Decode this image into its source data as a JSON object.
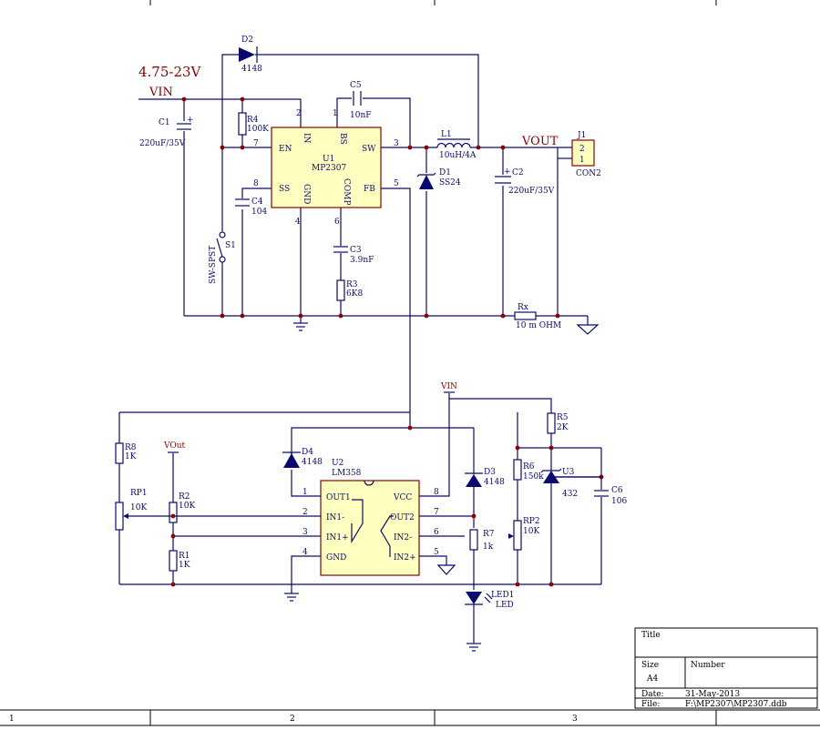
{
  "title_voltage": "4.75-23V",
  "nets": {
    "vin": "VIN",
    "vout": "VOUT",
    "vin2": "VIN",
    "vout2": "VOut"
  },
  "u1": {
    "ref": "U1",
    "part": "MP2307",
    "pins": {
      "en": "EN",
      "in": "IN",
      "bs": "BS",
      "sw": "SW",
      "ss": "SS",
      "gnd": "GND",
      "comp": "COMP",
      "fb": "FB"
    },
    "nums": {
      "in": "2",
      "bs": "1",
      "en": "7",
      "sw": "3",
      "ss": "8",
      "gnd": "4",
      "comp": "6",
      "fb": "5"
    }
  },
  "u2": {
    "ref": "U2",
    "part": "LM358",
    "pins": {
      "out1": "OUT1",
      "in1m": "IN1-",
      "in1p": "IN1+",
      "gnd": "GND",
      "vcc": "VCC",
      "out2": "OUT2",
      "in2m": "IN2-",
      "in2p": "IN2+"
    },
    "nums": {
      "out1": "1",
      "in1m": "2",
      "in1p": "3",
      "gnd": "4",
      "vcc": "8",
      "out2": "7",
      "in2m": "6",
      "in2p": "5"
    }
  },
  "parts": {
    "d2": {
      "ref": "D2",
      "val": "4148"
    },
    "c1": {
      "ref": "C1",
      "val": "220uF/35V"
    },
    "r4": {
      "ref": "R4",
      "val": "100K"
    },
    "c5": {
      "ref": "C5",
      "val": "10nF"
    },
    "l1": {
      "ref": "L1",
      "val": "10uH/4A"
    },
    "d1": {
      "ref": "D1",
      "val": "SS24"
    },
    "c2": {
      "ref": "C2",
      "val": "220uF/35V"
    },
    "j1": {
      "ref": "J1",
      "val": "CON2",
      "p2": "2",
      "p1": "1"
    },
    "c4": {
      "ref": "C4",
      "val": "104"
    },
    "s1": {
      "ref": "S1",
      "val": "SW-SPST"
    },
    "c3": {
      "ref": "C3",
      "val": "3.9nF"
    },
    "r3": {
      "ref": "R3",
      "val": "6K8"
    },
    "rx": {
      "ref": "Rx",
      "val": "10 m OHM"
    },
    "r8": {
      "ref": "R8",
      "val": "1K"
    },
    "rp1": {
      "ref": "RP1",
      "val": "10K"
    },
    "r2": {
      "ref": "R2",
      "val": "10K"
    },
    "r1": {
      "ref": "R1",
      "val": "1K"
    },
    "d4": {
      "ref": "D4",
      "val": "4148"
    },
    "d3": {
      "ref": "D3",
      "val": "4148"
    },
    "r7": {
      "ref": "R7",
      "val": "1k"
    },
    "led1": {
      "ref": "LED1",
      "val": "LED"
    },
    "r5": {
      "ref": "R5",
      "val": "2K"
    },
    "r6": {
      "ref": "R6",
      "val": "150k"
    },
    "u3": {
      "ref": "U3",
      "val": "432"
    },
    "rp2": {
      "ref": "RP2",
      "val": "10K"
    },
    "c6": {
      "ref": "C6",
      "val": "106"
    }
  },
  "title_block": {
    "title_label": "Title",
    "size_label": "Size",
    "size_value": "A4",
    "number_label": "Number",
    "date_label": "Date:",
    "date_value": "31-May-2013",
    "file_label": "File:",
    "file_value": "F:\\MP2307\\MP2307.ddb"
  },
  "zones": [
    "1",
    "2",
    "3"
  ]
}
